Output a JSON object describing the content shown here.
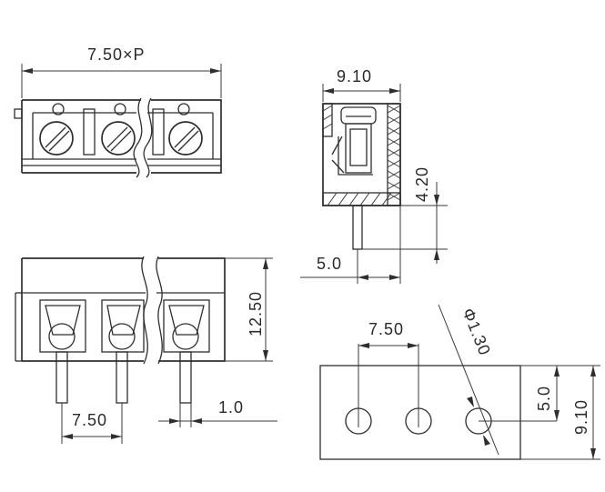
{
  "dimensions": {
    "top_width": "7.50×P",
    "side_width": "9.10",
    "side_height": "4.20",
    "pin_offset": "5.0",
    "front_height": "12.50",
    "front_pitch": "7.50",
    "pin_thickness": "1.0",
    "pcb_pitch": "7.50",
    "hole_diameter": "Φ1.30",
    "pcb_offset": "5.0",
    "pcb_height": "9.10"
  }
}
